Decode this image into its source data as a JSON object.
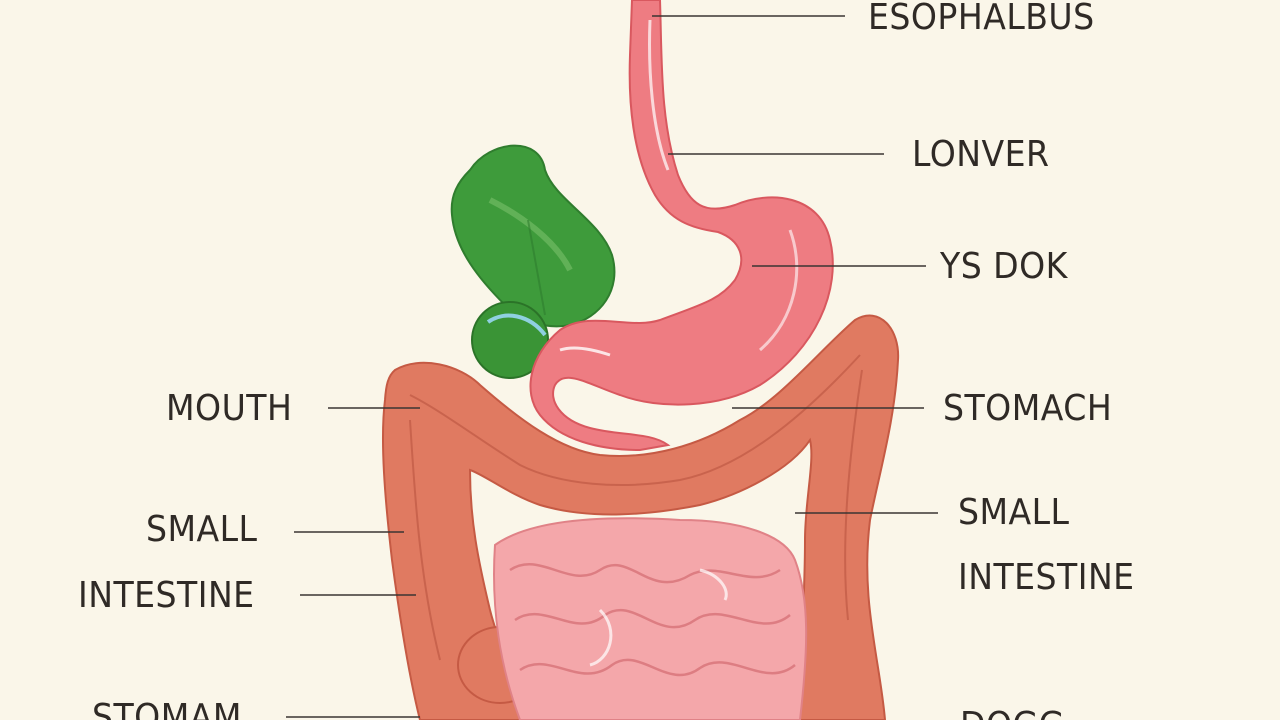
{
  "labels": {
    "esophalbus": "ESOPHALBUS",
    "lonver": "LONVER",
    "ys_dok": "YS DOK",
    "mouth": "MOUTH",
    "stomach": "STOMACH",
    "small_intestine_left_line1": "SMALL",
    "small_intestine_left_line2": "INTESTINE",
    "small_intestine_right_line1": "SMALL",
    "small_intestine_right_line2": "INTESTINE",
    "stomam": "STOMAM",
    "bottom_right_partial": "DOGG"
  },
  "colors": {
    "background": "#faf6e9",
    "esophagus_stomach": "#ee7d82",
    "liver_green": "#3c9a3a",
    "colon": "#e0785f",
    "small_intestine": "#f4a8ab",
    "text": "#2f2a26"
  }
}
